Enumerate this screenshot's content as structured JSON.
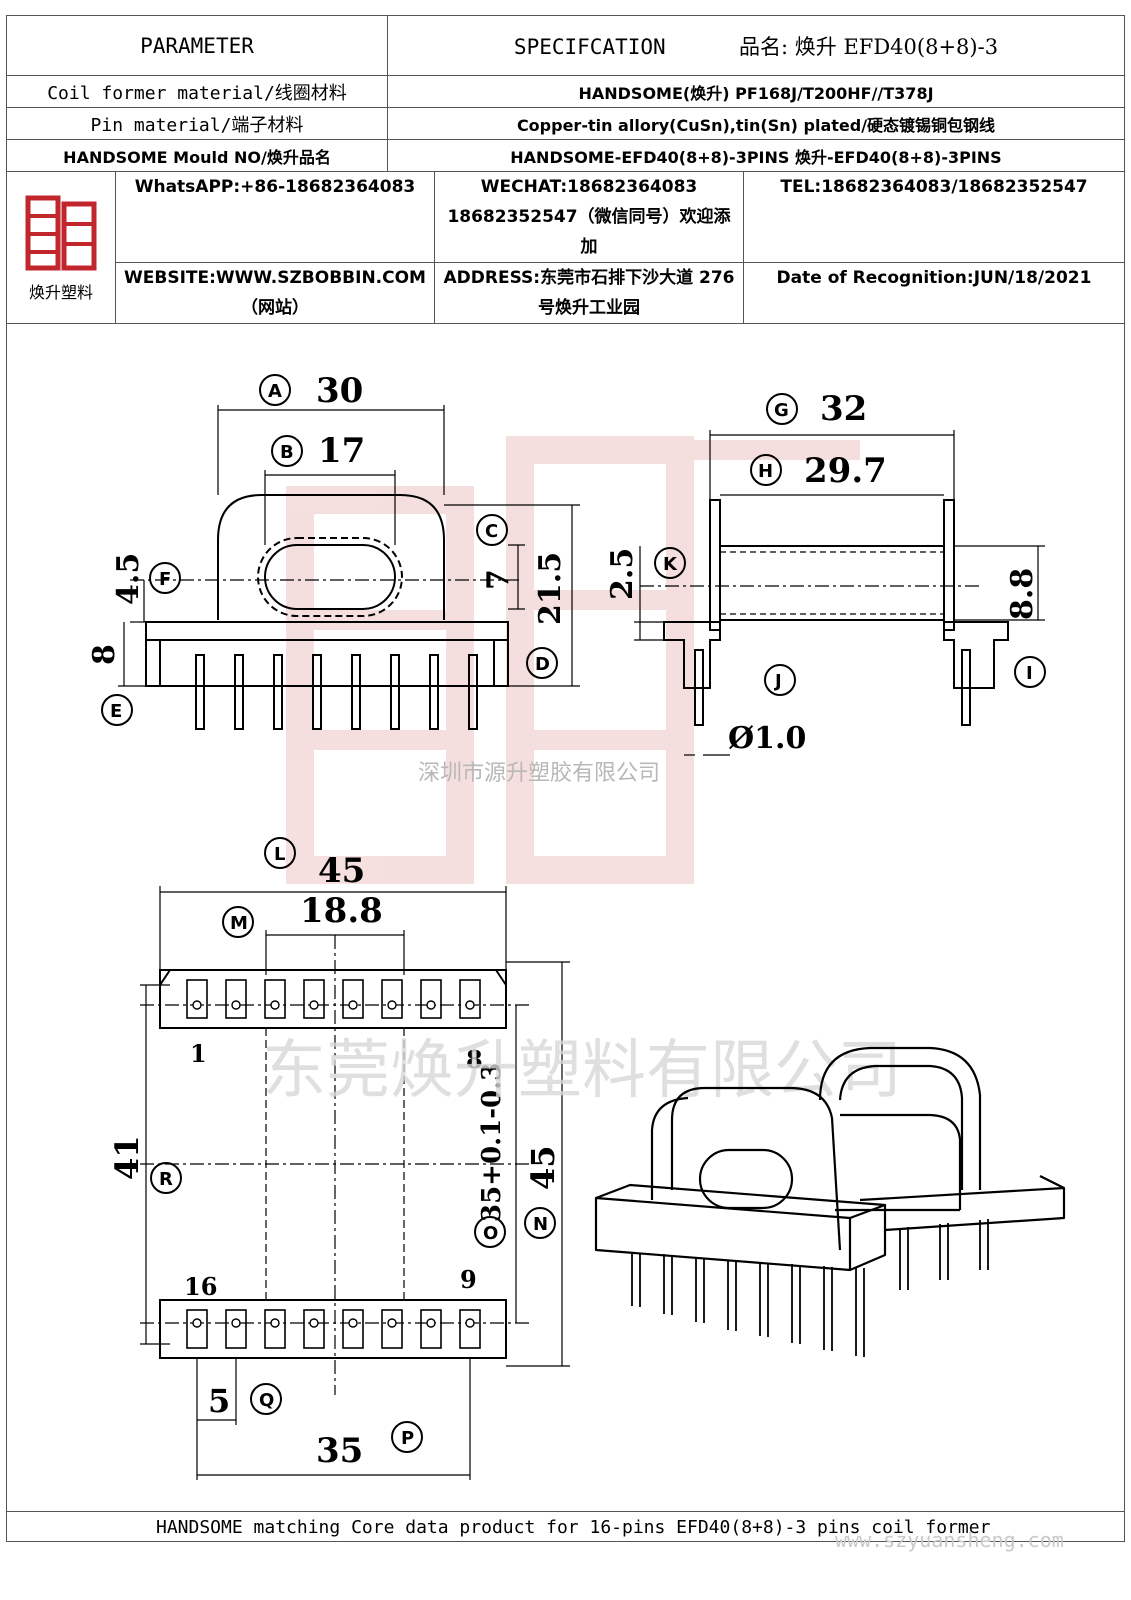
{
  "header": {
    "parameter": "PARAMETER",
    "specification": "SPECIFCATION",
    "product_name": "品名: 焕升 EFD40(8+8)-3"
  },
  "rows": [
    {
      "label": "Coil former material/线圈材料",
      "value": "HANDSOME(焕升)  PF168J/T200HF//T378J"
    },
    {
      "label": "Pin material/端子材料",
      "value": "Copper-tin allory(CuSn),tin(Sn) plated/硬态镀锡铜包钢线"
    },
    {
      "label": "HANDSOME Mould NO/焕升品名",
      "value": "HANDSOME-EFD40(8+8)-3PINS   焕升-EFD40(8+8)-3PINS"
    }
  ],
  "contact": {
    "logo_text": "焕升塑料",
    "whatsapp": "WhatsAPP:+86-18682364083",
    "wechat": "WECHAT:18682364083",
    "wechat2": "18682352547（微信同号）欢迎添加",
    "tel": "TEL:18682364083/18682352547",
    "website": "WEBSITE:WWW.SZBOBBIN.COM（网站）",
    "address": "ADDRESS:东莞市石排下沙大道 276 号焕升工业园",
    "date": "Date of Recognition:JUN/18/2021"
  },
  "dims": {
    "A": "30",
    "B": "17",
    "C": "7",
    "D": "21.5",
    "E": "8",
    "F": "4.5",
    "G": "32",
    "H": "29.7",
    "K": "2.5",
    "I": "8.8",
    "J": "Ø1.0",
    "L": "45",
    "M": "18.8",
    "R": "41",
    "O": "35+0.1-0.3",
    "N": "45",
    "Q": "5",
    "P": "35"
  },
  "pin_labels": {
    "p1": "1",
    "p8": "8",
    "p16": "16",
    "p9": "9"
  },
  "watermarks": {
    "w1": "深圳市源升塑胶有限公司",
    "w2": "东莞焕升塑料有限公司"
  },
  "footer": "HANDSOME matching Core data  product for 16-pins EFD40(8+8)-3 pins coil former",
  "website_mark": "www.szyuansheng.com",
  "colors": {
    "watermark": "#e9b8b8",
    "line": "#000000",
    "logo": "#c0262c"
  }
}
